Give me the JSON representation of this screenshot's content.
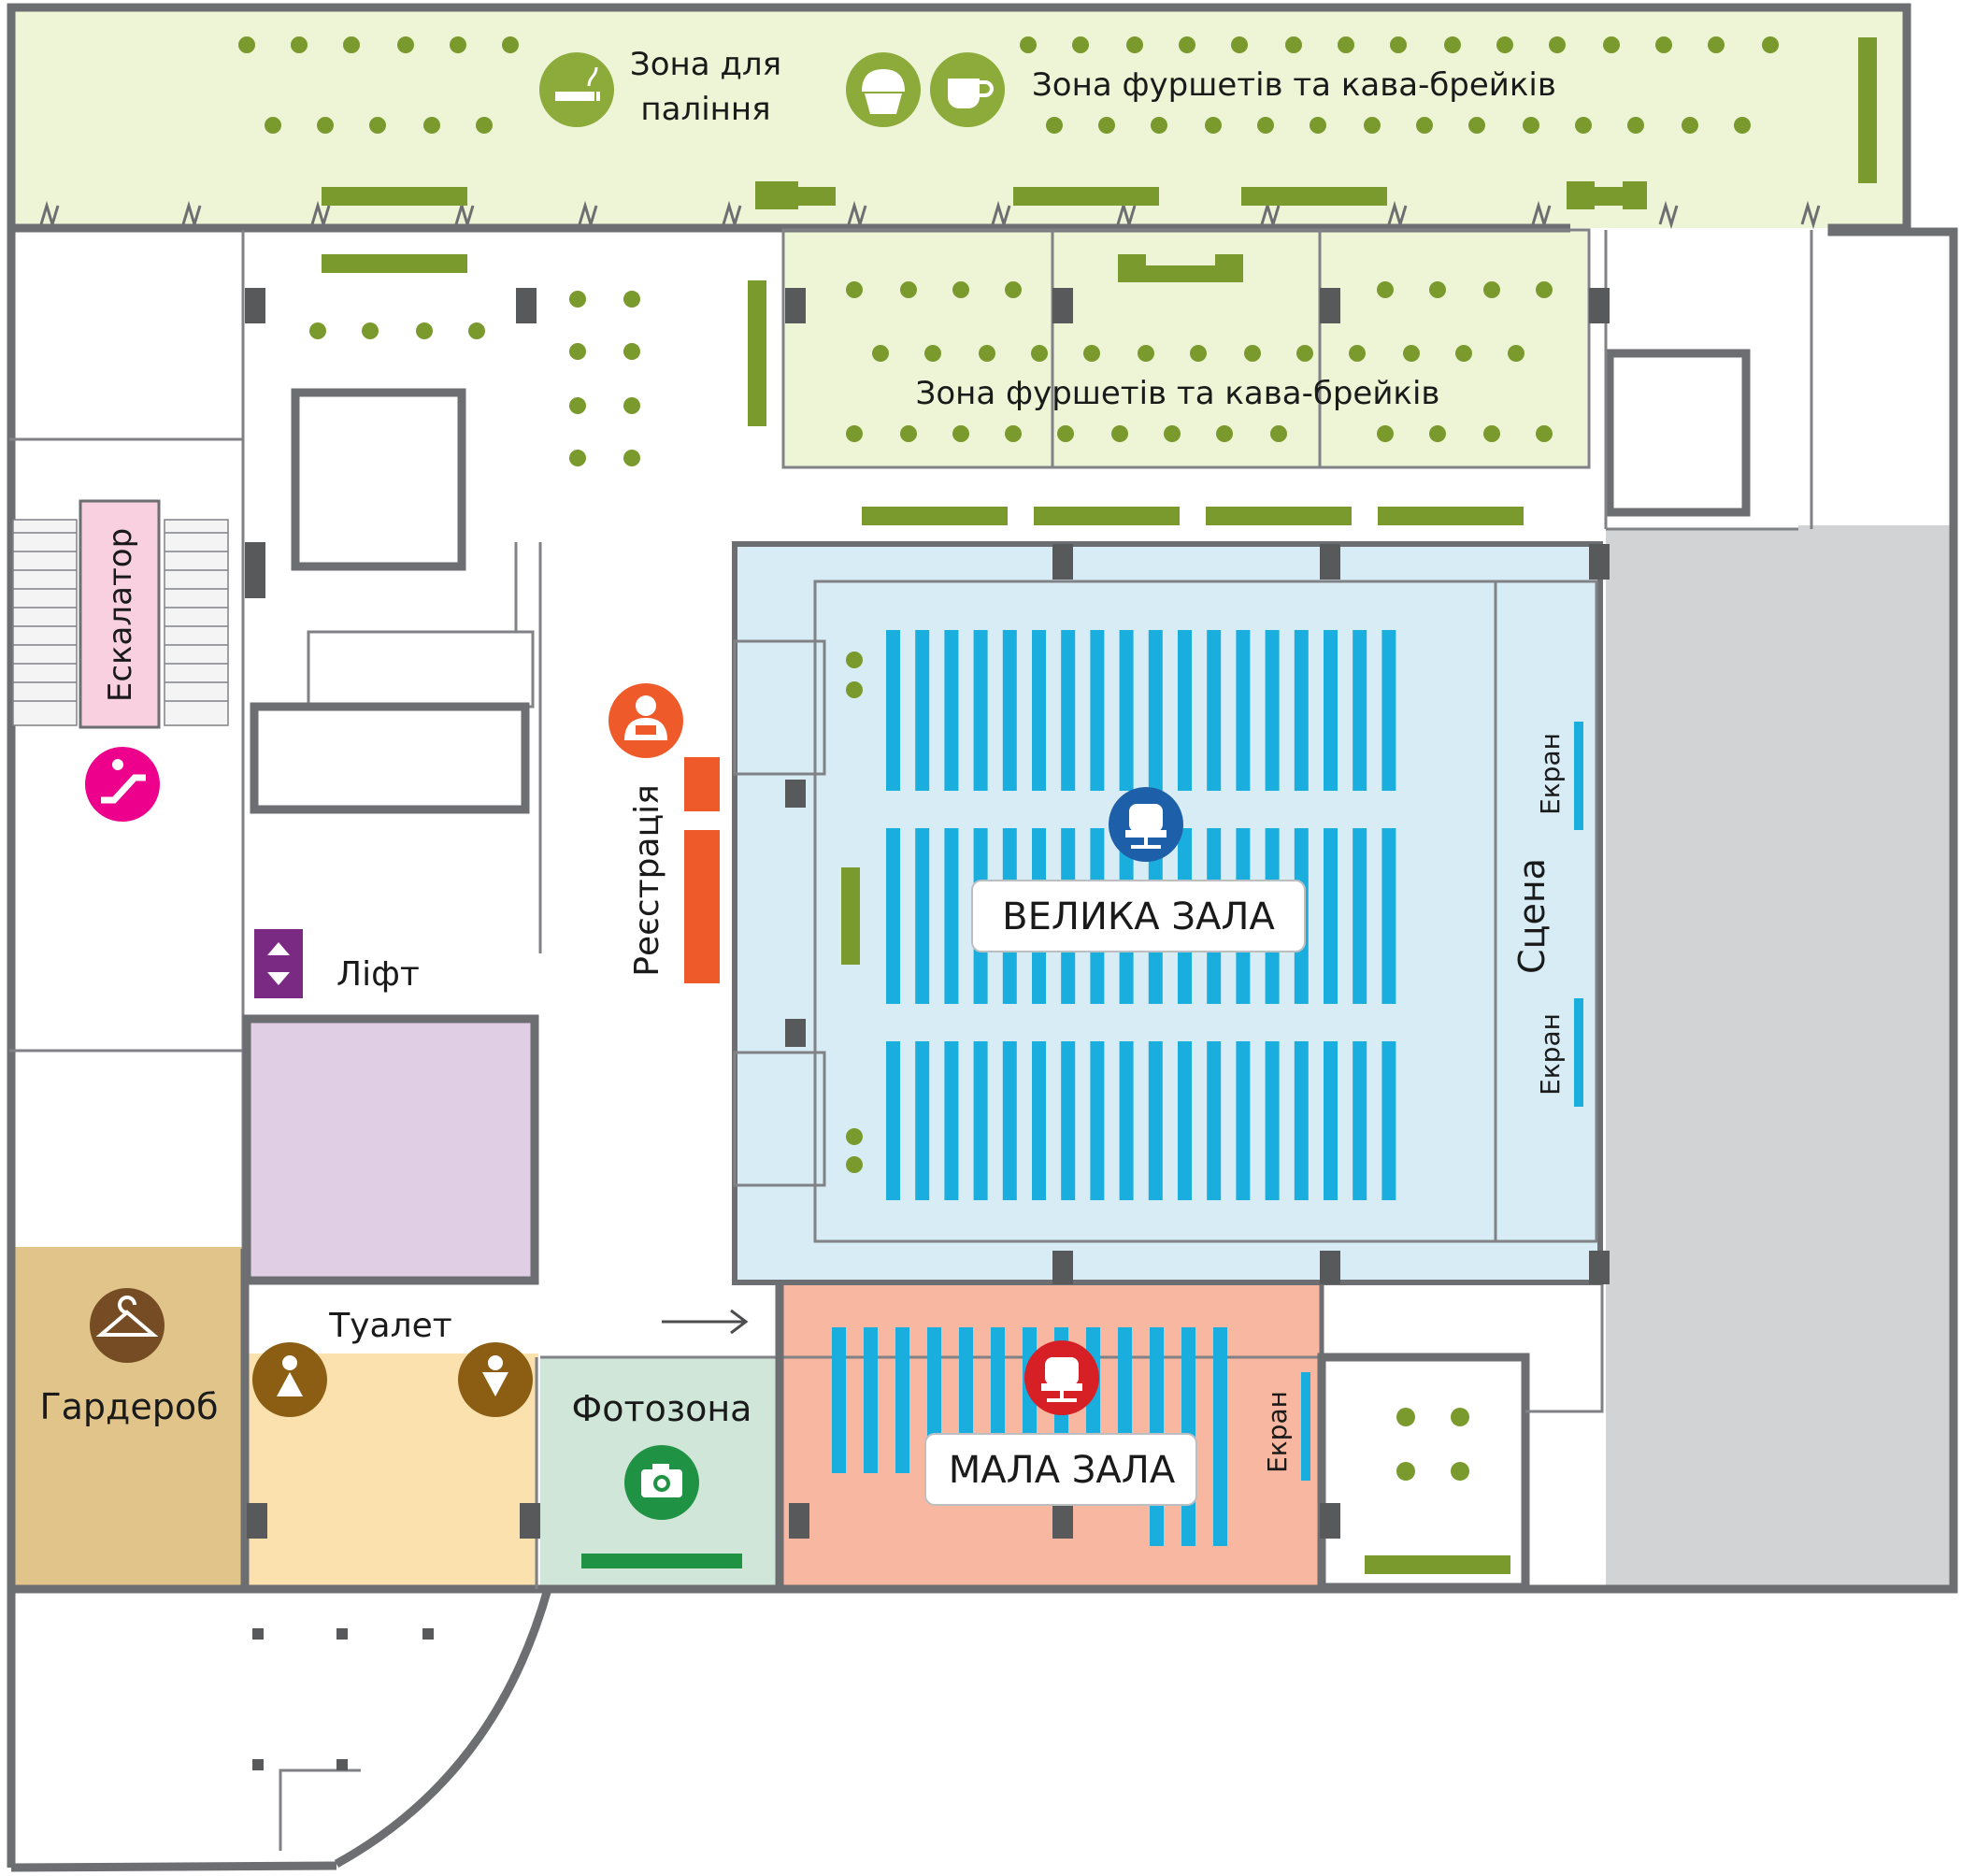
{
  "labels": {
    "smoking_line1": "Зона для",
    "smoking_line2": "паління",
    "buffet_top": "Зона фуршетів та кава-брейків",
    "buffet_mid": "Зона фуршетів та кава-брейків",
    "escalator": "Ескалатор",
    "registration": "Реєстрація",
    "lift": "Ліфт",
    "big_hall": "ВЕЛИКА ЗАЛА",
    "small_hall": "МАЛА ЗАЛА",
    "stage": "Сцена",
    "screen1": "Екран",
    "screen2": "Екран",
    "screen3": "Екран",
    "toilet": "Туалет",
    "wardrobe": "Гардероб",
    "photozone": "Фотозона"
  },
  "colors": {
    "green_zone": "#eef5d6",
    "green_dot": "#7a9a2e",
    "hall_blue": "#d7ecf5",
    "seat_blue": "#1aaede",
    "small_hall": "#f7b7a0",
    "lift_purple": "#e0cfe4",
    "toilet_yellow": "#fbe1ae",
    "wardrobe": "#e1c48a",
    "photozone": "#cfe6d8",
    "grey_block": "#d1d3d4",
    "escalator_pink": "#f8d0e0",
    "registration": "#ef5a2b"
  },
  "icons": {
    "smoking": "smoking-icon",
    "cupcake": "cupcake-icon",
    "coffee": "coffee-cup-icon",
    "escalator": "escalator-icon",
    "registration": "registration-person-icon",
    "lift": "lift-arrows-icon",
    "big_hall": "chair-icon",
    "small_hall": "chair-icon",
    "wardrobe": "hanger-icon",
    "toilet_men": "men-toilet-icon",
    "toilet_women": "women-toilet-icon",
    "photozone": "camera-icon"
  }
}
